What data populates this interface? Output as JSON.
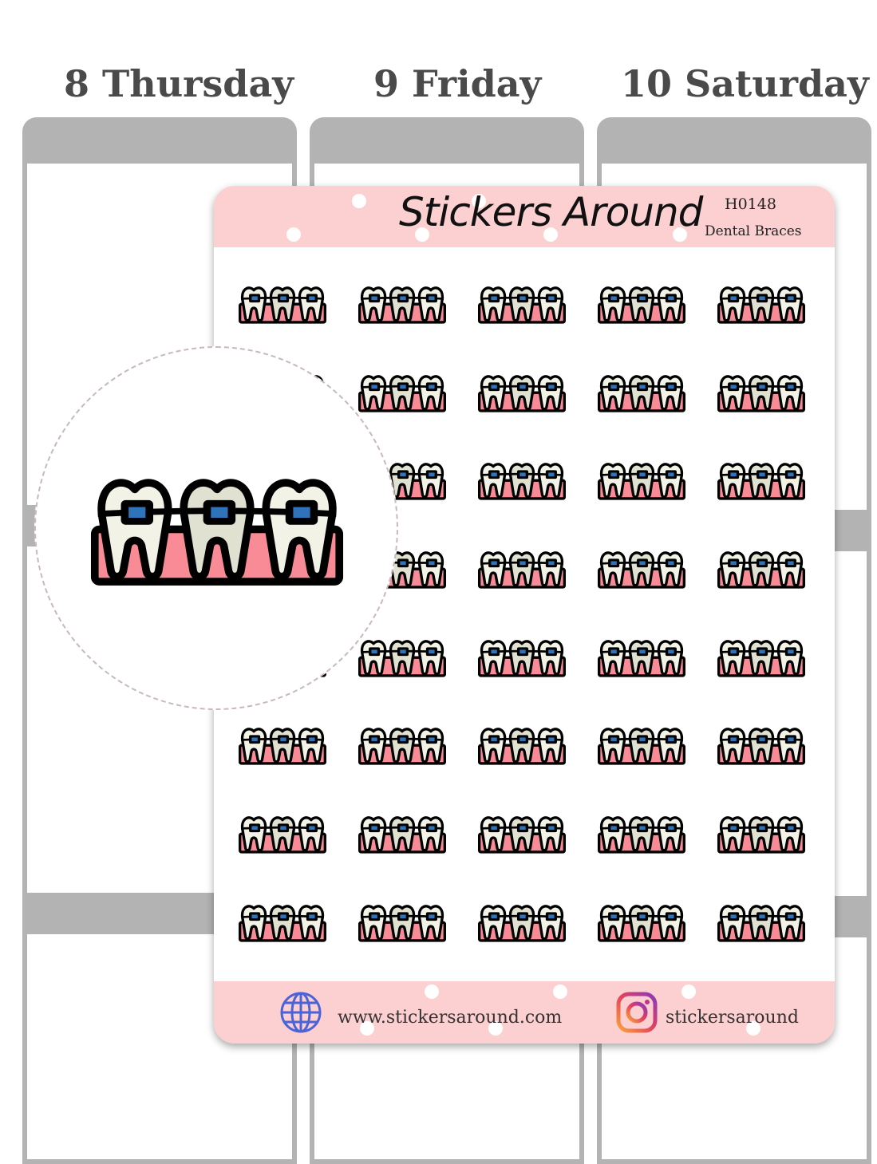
{
  "planner": {
    "days": [
      "8 Thursday",
      "9 Friday",
      "10 Saturday"
    ]
  },
  "sheet": {
    "brand": "Stickers Around",
    "code": "H0148",
    "name": "Dental Braces",
    "website": "www.stickersaround.com",
    "instagram": "stickersaround",
    "sticker_count": 40,
    "sticker_icon": "dental-braces-icon"
  },
  "colors": {
    "pink": "#fccfd0",
    "gum": "#f98b96",
    "tooth": "#f2f3e6",
    "bracket": "#2f74bb"
  }
}
